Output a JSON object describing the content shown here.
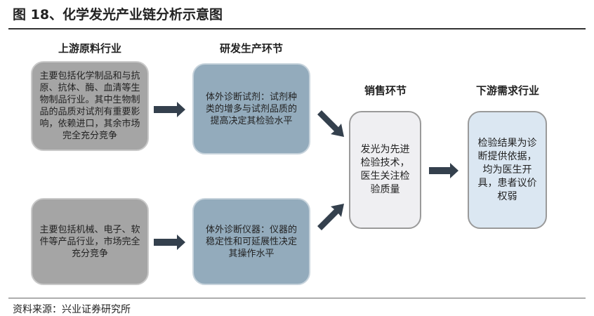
{
  "title": "图 18、化学发光产业链分析示意图",
  "headings": {
    "upstream": "上游原料行业",
    "rnd": "研发生产环节",
    "sales": "销售环节",
    "downstream": "下游需求行业"
  },
  "boxes": {
    "upstream_chem": "主要包括化学制品和与抗原、抗体、酶、血清等生物制品行业。其中生物制品的品质对试剂有重要影响，依赖进口，其余市场完全充分竞争",
    "upstream_mech": "主要包括机械、电子、软件等产品行业，市场完全充分竞争",
    "rnd_reagent": "体外诊断试剂：试剂种类的增多与试剂品质的提高决定其检验水平",
    "rnd_instrument": "体外诊断仪器：仪器的稳定性和可延展性决定其操作水平",
    "sales": "发光为先进检验技术，医生关注检验质量",
    "downstream": "检验结果为诊断提供依据，均为医生开具，患者议价权弱"
  },
  "source": "资料来源：兴业证券研究所",
  "colors": {
    "arrow": "#34404d",
    "gray_box": "#a5a5a5",
    "blue_box": "#93abbc",
    "sales_box": "#efeff2",
    "downstream_box": "#dbe7f2"
  }
}
